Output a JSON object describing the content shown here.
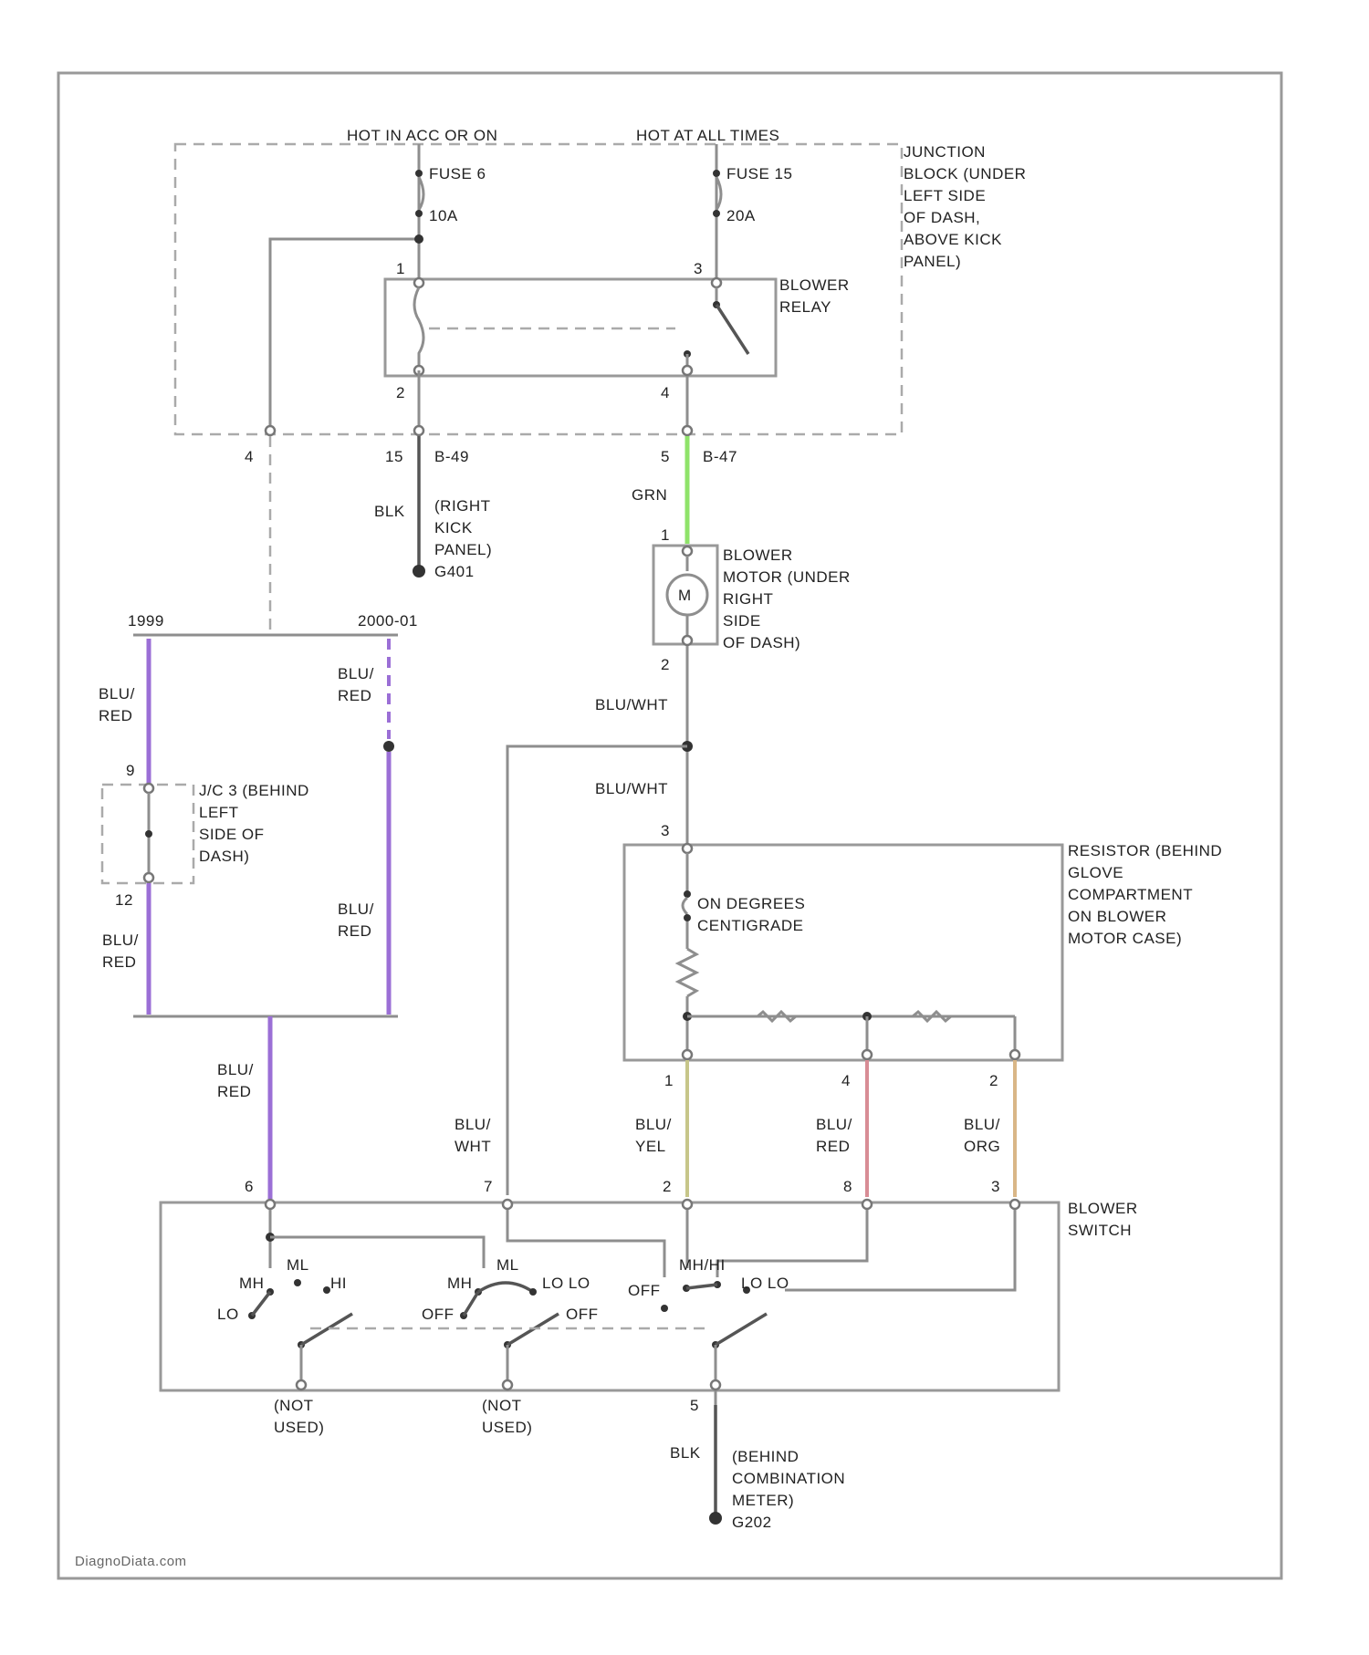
{
  "colors": {
    "background": "#ffffff",
    "wire": "#8e8e8e",
    "grn_wire": "#8fe36a",
    "blu_red_wire": "#9b6fd6",
    "blu_yel_wire": "#c7c68a",
    "blu_red_lower_wire": "#d88c95",
    "blu_org_wire": "#d9b687"
  },
  "power": {
    "hot_in_acc": "HOT IN ACC OR ON",
    "hot_at_all_times": "HOT AT ALL TIMES"
  },
  "fuses": {
    "fuse_a_label": "FUSE 6",
    "fuse_a_rating": "10A",
    "fuse_b_label": "FUSE 15",
    "fuse_b_rating": "20A"
  },
  "junction_block": {
    "lines": [
      "JUNCTION",
      "BLOCK (UNDER",
      "LEFT SIDE",
      "OF DASH,",
      "ABOVE KICK",
      "PANEL)"
    ]
  },
  "blower_relay": {
    "lines": [
      "BLOWER",
      "RELAY"
    ],
    "pin_1": "1",
    "pin_2": "2",
    "pin_3": "3",
    "pin_4": "4"
  },
  "connectors": {
    "jb_pin_left": "4",
    "jb_pin_mid": "15",
    "conn_a": "B-49",
    "jb_pin_right": "5",
    "conn_b": "B-47"
  },
  "ground_kick": {
    "wire": "BLK",
    "lines": [
      "(RIGHT",
      "KICK",
      "PANEL)"
    ],
    "ground_id": "G401"
  },
  "grn_wire_label": "GRN",
  "blower_motor": {
    "symbol": "M",
    "pin_top": "1",
    "pin_bottom": "2",
    "lines": [
      "BLOWER",
      "MOTOR (UNDER",
      "RIGHT",
      "SIDE",
      "OF DASH)"
    ]
  },
  "years": {
    "left": "1999",
    "right": "2000-01"
  },
  "left_branch": {
    "wire_top": [
      "BLU/",
      "RED"
    ],
    "pin_top": "9",
    "pin_bottom": "12",
    "connector_lines": [
      "J/C 3 (BEHIND",
      "LEFT",
      "SIDE OF",
      "DASH)"
    ],
    "wire_bottom": [
      "BLU/",
      "RED"
    ]
  },
  "right_branch": {
    "wire_top": [
      "BLU/",
      "RED"
    ],
    "wire_bottom": [
      "BLU/",
      "RED"
    ]
  },
  "blu_wht_labels": {
    "upper": "BLU/WHT",
    "lower": "BLU/WHT"
  },
  "resistor": {
    "pin_top": "3",
    "lines": [
      "RESISTOR (BEHIND",
      "GLOVE",
      "COMPARTMENT",
      "ON BLOWER",
      "MOTOR CASE)"
    ],
    "thermal_lines": [
      "ON DEGREES",
      "CENTIGRADE"
    ],
    "pin_1": "1",
    "pin_4": "4",
    "pin_2": "2"
  },
  "switch_wires": {
    "left": [
      "BLU/",
      "RED"
    ],
    "wht": [
      "BLU/",
      "WHT"
    ],
    "yel": [
      "BLU/",
      "YEL"
    ],
    "red": [
      "BLU/",
      "RED"
    ],
    "org": [
      "BLU/",
      "ORG"
    ]
  },
  "blower_switch": {
    "lines": [
      "BLOWER",
      "SWITCH"
    ],
    "pin_6": "6",
    "pin_7": "7",
    "pin_2": "2",
    "pin_8": "8",
    "pin_3": "3",
    "pin_5": "5",
    "contacts_a": [
      "MH",
      "ML",
      "HI",
      "LO"
    ],
    "contacts_b": [
      "MH",
      "ML",
      "LO LO",
      "OFF",
      "OFF"
    ],
    "contacts_c": [
      "MH/HI",
      "OFF",
      "LO LO"
    ],
    "nc_a": [
      "(NOT",
      "USED)"
    ],
    "nc_b": [
      "(NOT",
      "USED)"
    ]
  },
  "ground_meter": {
    "wire": "BLK",
    "lines": [
      "(BEHIND",
      "COMBINATION",
      "METER)"
    ],
    "ground_id": "G202"
  },
  "watermark": "DiagnoDiata.com"
}
